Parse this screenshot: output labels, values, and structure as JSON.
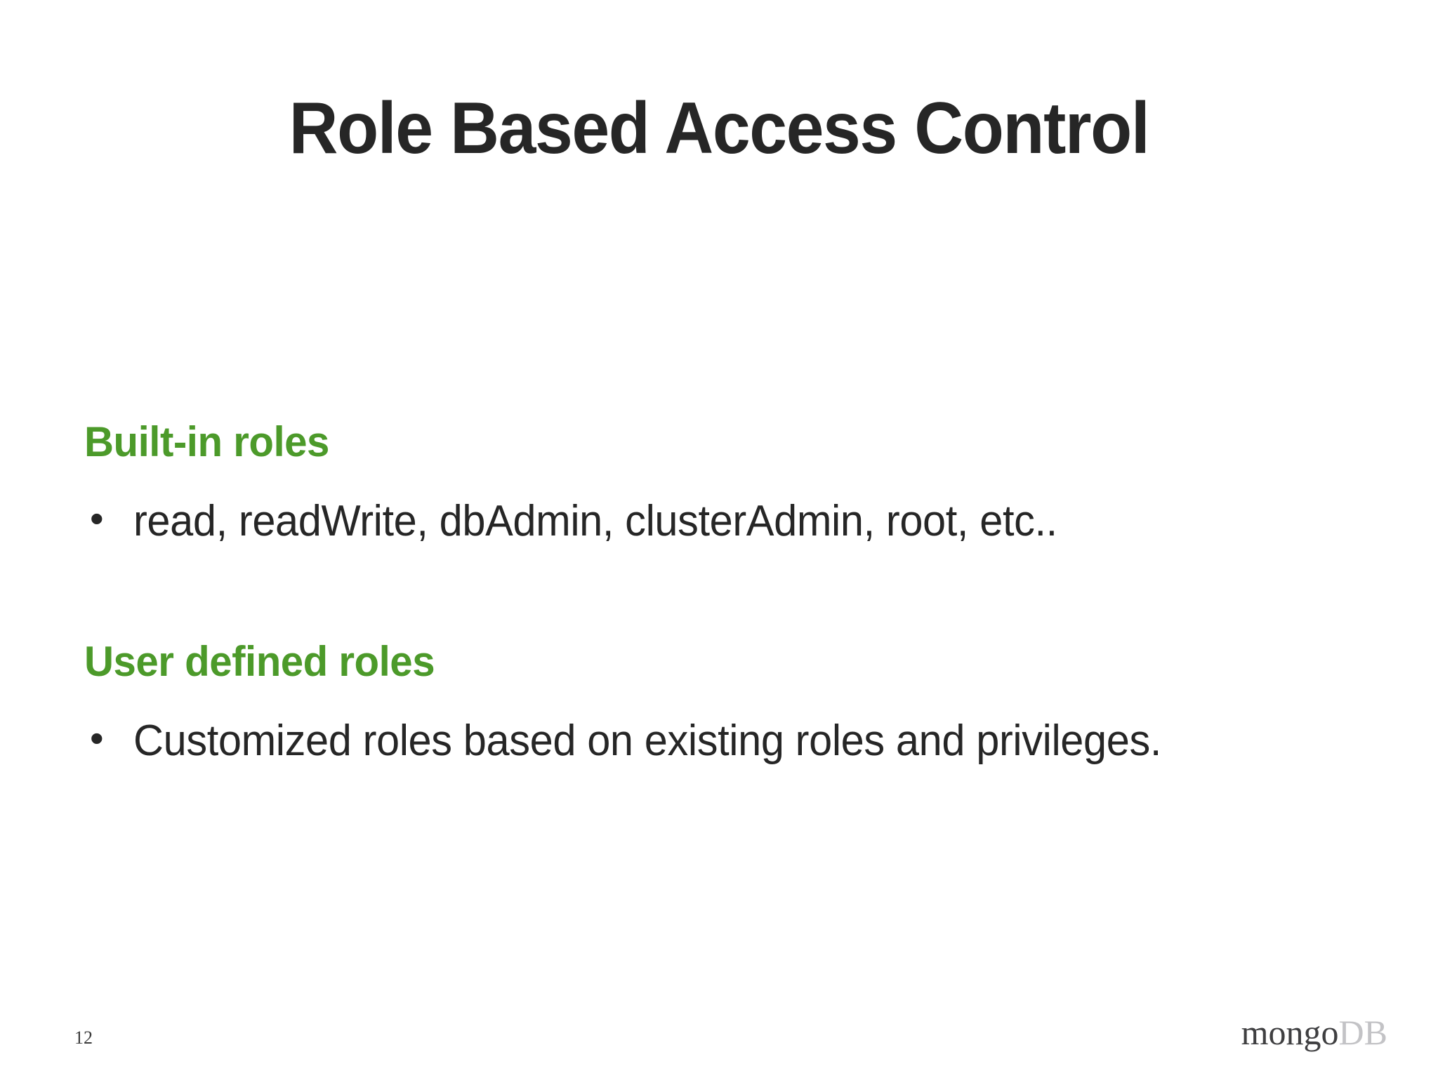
{
  "slide": {
    "title": "Role Based Access Control",
    "page_number": "12",
    "background_color": "#FFFFFF",
    "title_color": "#262626",
    "accent_color": "#4C9A2A",
    "body_text_color": "#262626"
  },
  "sections": [
    {
      "heading": "Built-in roles",
      "bullets": [
        {
          "marker": "•",
          "text": "read, readWrite, dbAdmin, clusterAdmin, root, etc.."
        }
      ]
    },
    {
      "heading": "User defined roles",
      "bullets": [
        {
          "marker": "•",
          "text": "Customized roles based on existing roles and privileges."
        }
      ]
    }
  ],
  "footer": {
    "page_number": "12",
    "logo": {
      "primary": "mongo",
      "secondary": "DB",
      "primary_color": "#3F3F41",
      "secondary_color": "#C3C3C6"
    }
  }
}
